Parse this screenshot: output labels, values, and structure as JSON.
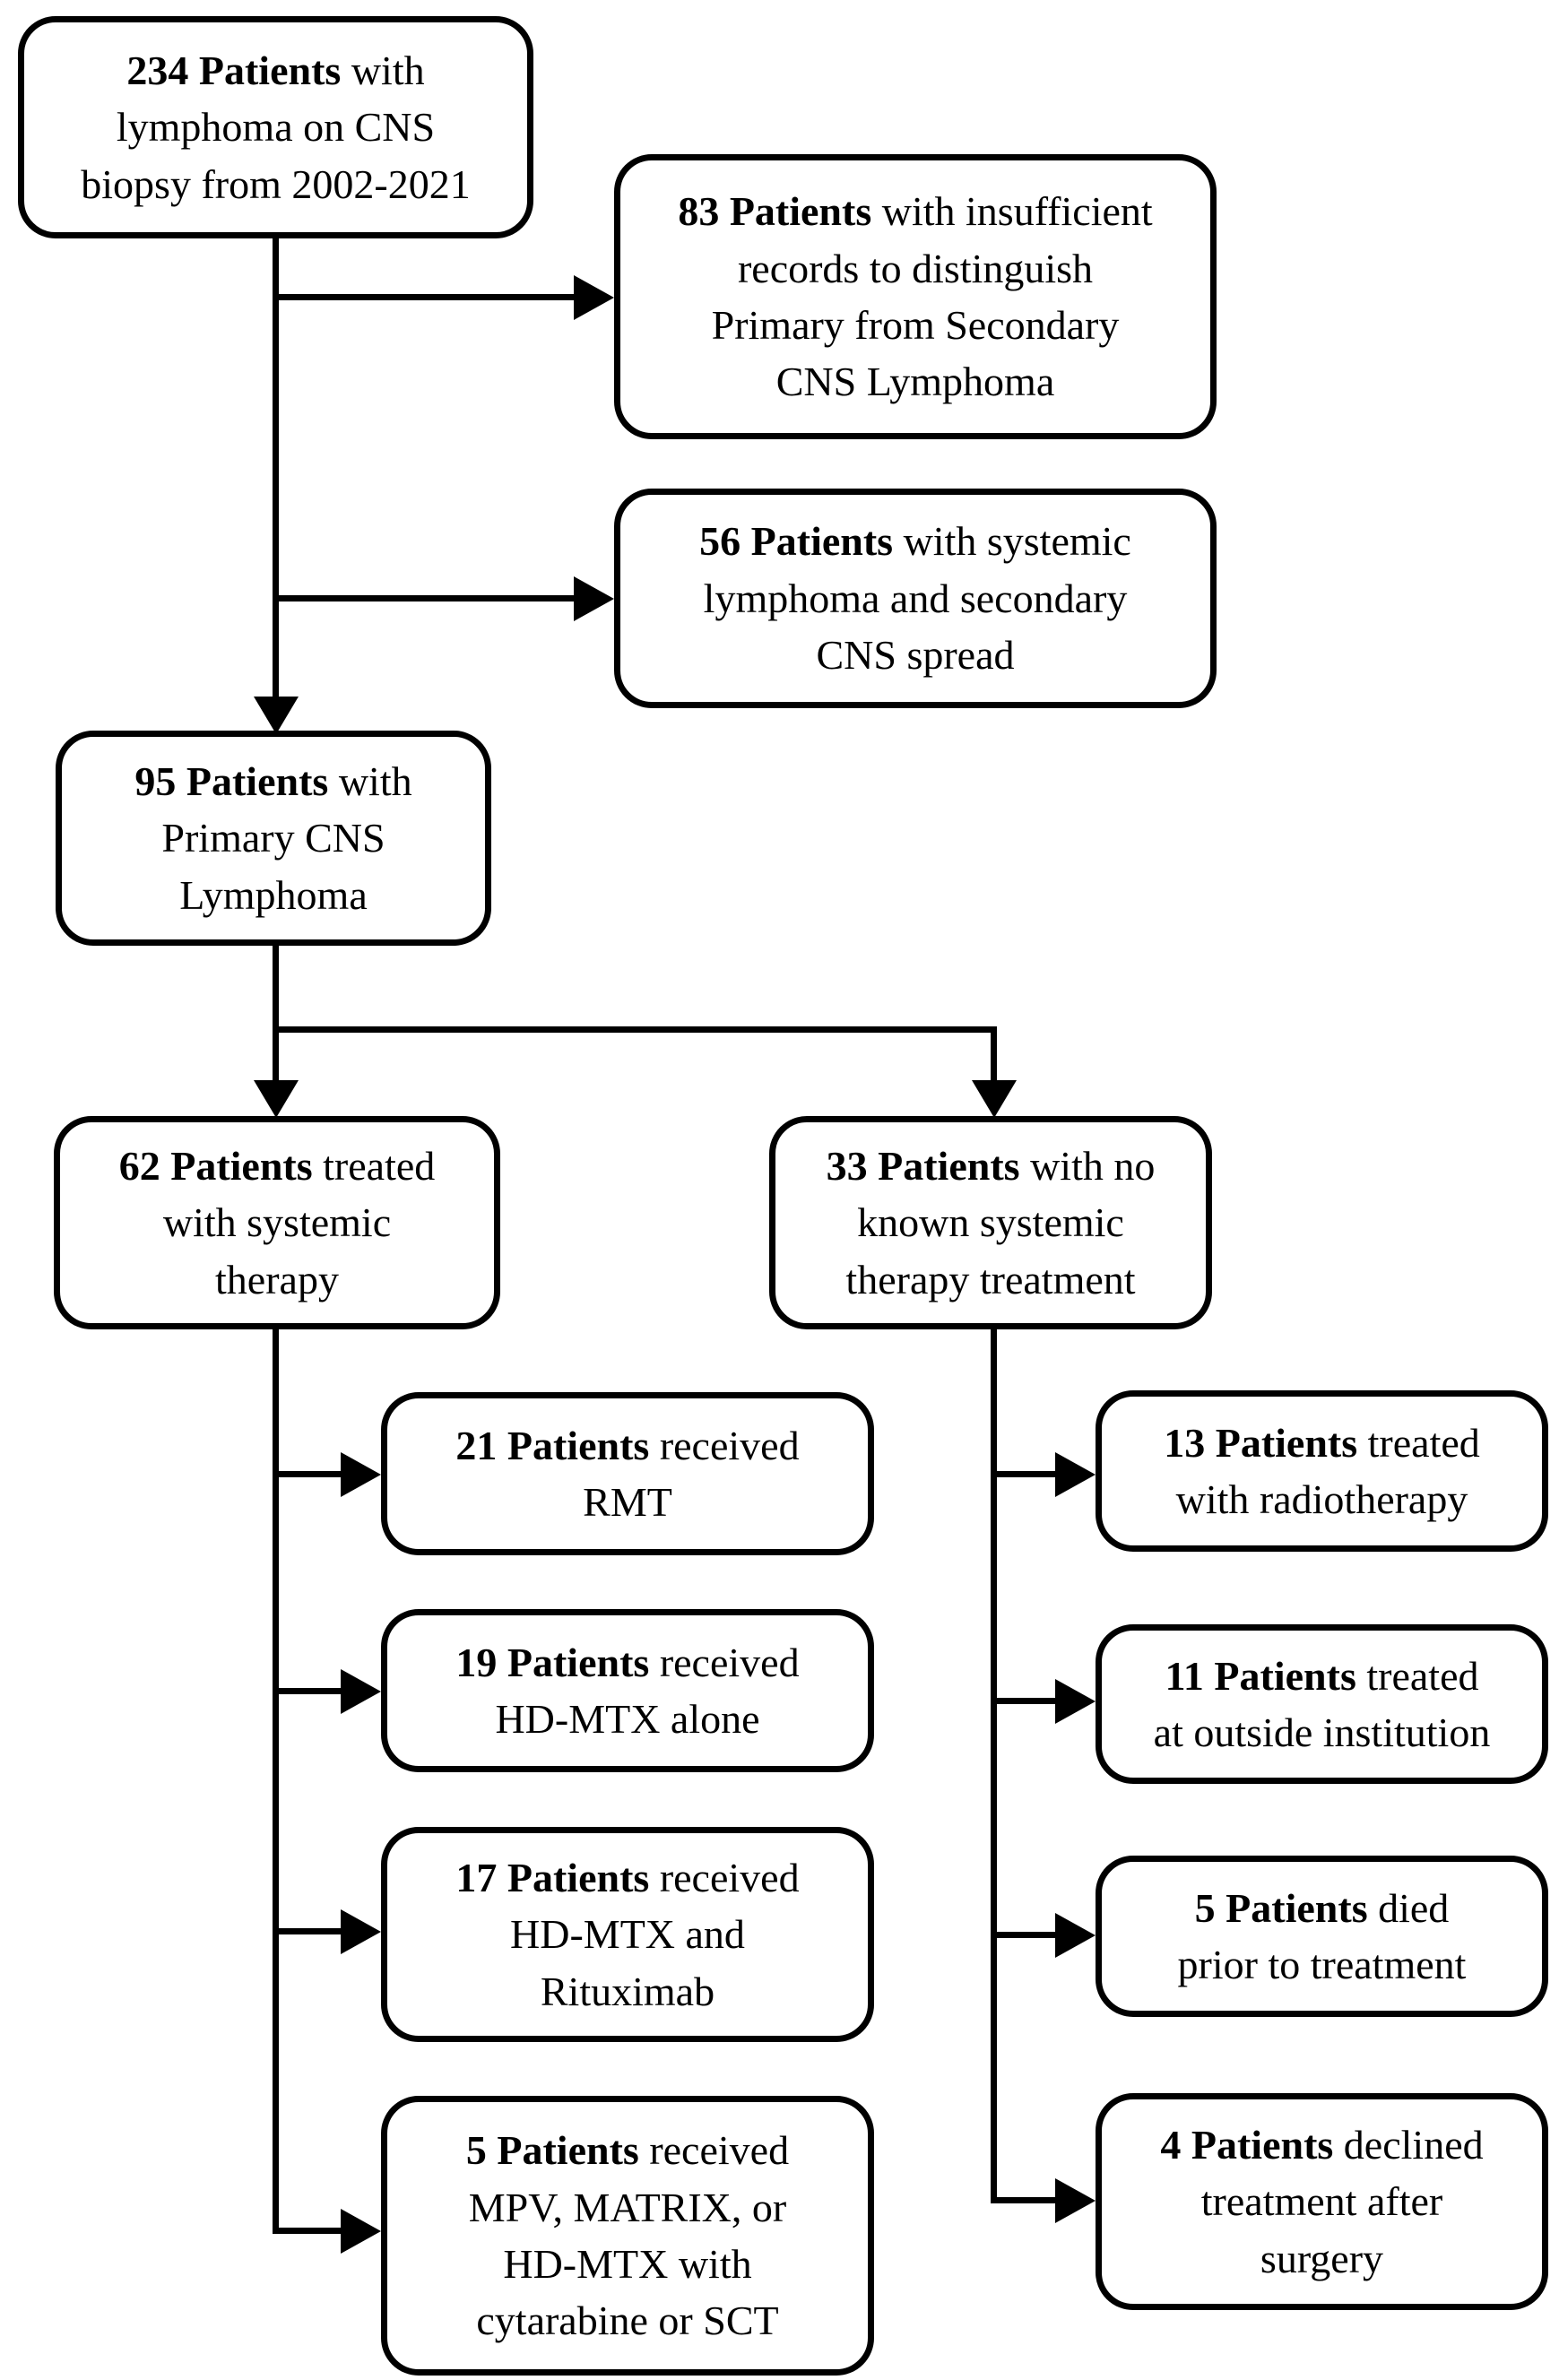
{
  "figure": {
    "type": "flowchart",
    "colors": {
      "line": "#000000",
      "box_border": "#000000",
      "box_fill": "#ffffff",
      "text": "#000000",
      "background": "#ffffff"
    },
    "nodes": [
      {
        "id": "234-lymphoma-biopsy",
        "bold": "234 Patients",
        "rest": " with\nlymphoma on CNS\nbiopsy from 2002-2021"
      },
      {
        "id": "83-insufficient-records",
        "bold": "83 Patients",
        "rest": " with insufficient\nrecords to distinguish\nPrimary from Secondary\nCNS Lymphoma"
      },
      {
        "id": "56-systemic-lymphoma",
        "bold": "56 Patients",
        "rest": " with systemic\nlymphoma and secondary\nCNS spread"
      },
      {
        "id": "95-primary-cns-lymphoma",
        "bold": "95 Patients",
        "rest": " with\nPrimary CNS\nLymphoma"
      },
      {
        "id": "62-systemic-therapy",
        "bold": "62 Patients",
        "rest": " treated\nwith systemic\ntherapy"
      },
      {
        "id": "33-no-systemic-therapy",
        "bold": "33 Patients",
        "rest": " with no\nknown systemic\ntherapy treatment"
      },
      {
        "id": "21-rmt",
        "bold": "21 Patients",
        "rest": " received\nRMT"
      },
      {
        "id": "19-hdmtx-alone",
        "bold": "19 Patients",
        "rest": " received\nHD-MTX alone"
      },
      {
        "id": "17-hdmtx-rituximab",
        "bold": "17 Patients",
        "rest": " received\nHD-MTX and\nRituximab"
      },
      {
        "id": "5-mpv-matrix-hdmtx",
        "bold": "5 Patients",
        "rest": " received\nMPV, MATRIX, or\nHD-MTX with\ncytarabine or SCT"
      },
      {
        "id": "13-radiotherapy",
        "bold": "13 Patients",
        "rest": " treated\nwith radiotherapy"
      },
      {
        "id": "11-outside-institution",
        "bold": "11 Patients",
        "rest": " treated\nat outside institution"
      },
      {
        "id": "5-died-prior",
        "bold": "5 Patients",
        "rest": " died\nprior to treatment"
      },
      {
        "id": "4-declined-treatment",
        "bold": "4 Patients",
        "rest": " declined\ntreatment after\nsurgery"
      }
    ],
    "edges": [
      {
        "from": "234-lymphoma-biopsy",
        "to": "83-insufficient-records"
      },
      {
        "from": "234-lymphoma-biopsy",
        "to": "56-systemic-lymphoma"
      },
      {
        "from": "234-lymphoma-biopsy",
        "to": "95-primary-cns-lymphoma"
      },
      {
        "from": "95-primary-cns-lymphoma",
        "to": "62-systemic-therapy"
      },
      {
        "from": "95-primary-cns-lymphoma",
        "to": "33-no-systemic-therapy"
      },
      {
        "from": "62-systemic-therapy",
        "to": "21-rmt"
      },
      {
        "from": "62-systemic-therapy",
        "to": "19-hdmtx-alone"
      },
      {
        "from": "62-systemic-therapy",
        "to": "17-hdmtx-rituximab"
      },
      {
        "from": "62-systemic-therapy",
        "to": "5-mpv-matrix-hdmtx"
      },
      {
        "from": "33-no-systemic-therapy",
        "to": "13-radiotherapy"
      },
      {
        "from": "33-no-systemic-therapy",
        "to": "11-outside-institution"
      },
      {
        "from": "33-no-systemic-therapy",
        "to": "5-died-prior"
      },
      {
        "from": "33-no-systemic-therapy",
        "to": "4-declined-treatment"
      }
    ]
  }
}
